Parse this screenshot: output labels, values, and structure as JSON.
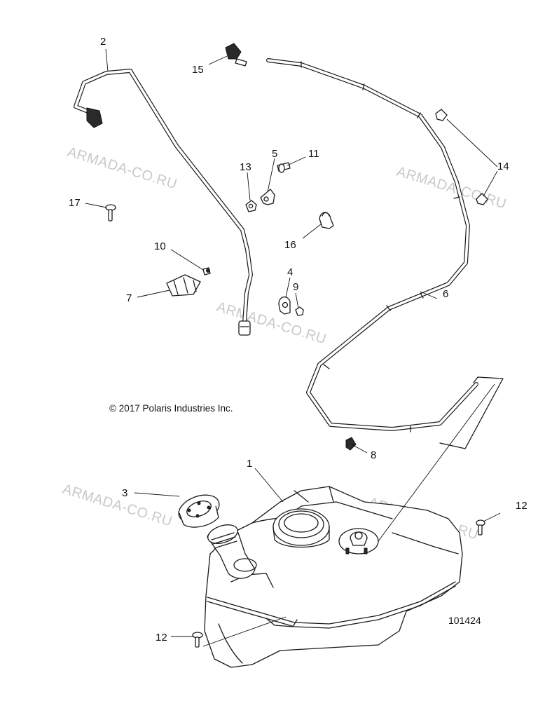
{
  "copyright": "© 2017 Polaris Industries Inc.",
  "figure_number": "101424",
  "watermark": "ARMADA-CO.RU",
  "callouts": {
    "c1": "1",
    "c2": "2",
    "c3": "3",
    "c4": "4",
    "c5": "5",
    "c6": "6",
    "c7": "7",
    "c8": "8",
    "c9": "9",
    "c10": "10",
    "c11": "11",
    "c12a": "12",
    "c12b": "12",
    "c13": "13",
    "c14": "14",
    "c15": "15",
    "c16": "16",
    "c17": "17"
  }
}
